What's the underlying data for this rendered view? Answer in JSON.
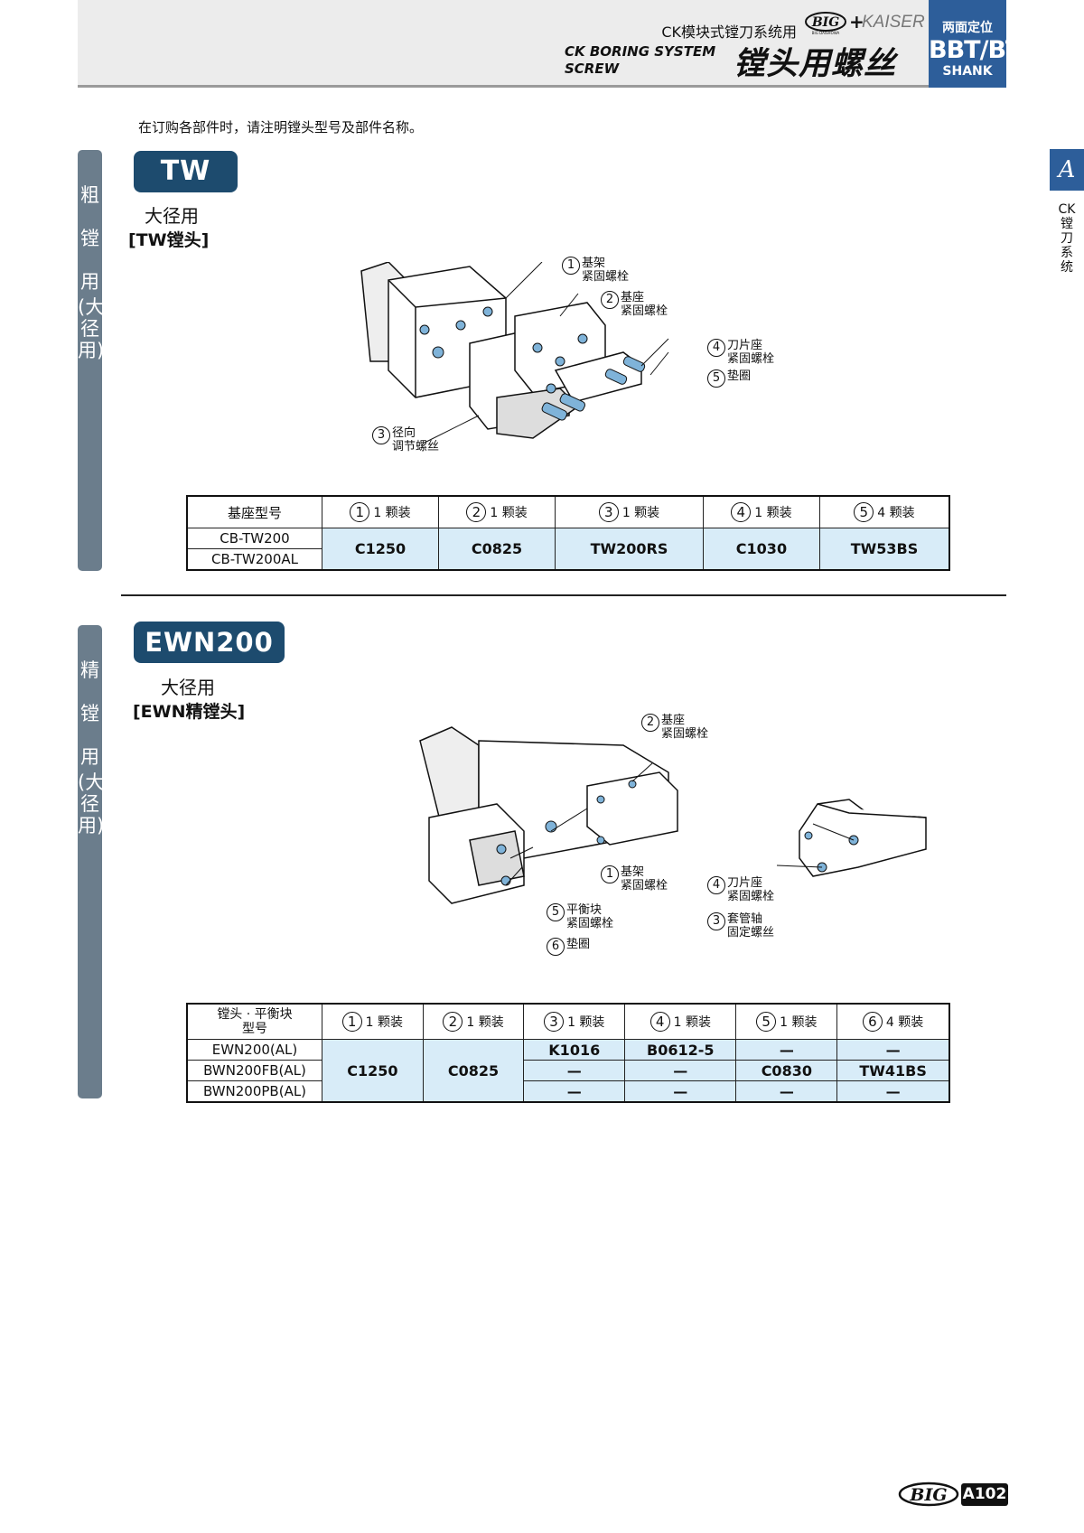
{
  "header": {
    "subtitle": "CK模块式镗刀系统用",
    "logo_text": "BIG",
    "logo_sub": "BIG DAISHOWA",
    "plus": "+",
    "kaiser": "KAISER",
    "english_line1": "CK BORING SYSTEM",
    "english_line2": "SCREW",
    "title": "镗头用螺丝",
    "shank_line1": "两面定位",
    "shank_line2": "BBT/BT",
    "shank_line3": "SHANK"
  },
  "side_tab": {
    "letter": "A",
    "text": "CK镗刀系统"
  },
  "note": "在订购各部件时，请注明镗头型号及部件名称。",
  "section_tw": {
    "vertical_label": [
      "粗",
      "镗",
      "用",
      "(大",
      "径",
      "用)"
    ],
    "badge": "TW",
    "label1": "大径用",
    "label2": "[TW镗头]",
    "callouts": [
      {
        "num": "1",
        "text": [
          "基架",
          "紧固螺栓"
        ]
      },
      {
        "num": "2",
        "text": [
          "基座",
          "紧固螺栓"
        ]
      },
      {
        "num": "3",
        "text": [
          "径向",
          "调节螺丝"
        ]
      },
      {
        "num": "4",
        "text": [
          "刀片座",
          "紧固螺栓"
        ]
      },
      {
        "num": "5",
        "text": [
          "垫圈"
        ]
      }
    ],
    "table": {
      "header_first": "基座型号",
      "headers": [
        {
          "num": "1",
          "qty": "1 颗装"
        },
        {
          "num": "2",
          "qty": "1 颗装"
        },
        {
          "num": "3",
          "qty": "1 颗装"
        },
        {
          "num": "4",
          "qty": "1 颗装"
        },
        {
          "num": "5",
          "qty": "4 颗装"
        }
      ],
      "models": [
        "CB-TW200",
        "CB-TW200AL"
      ],
      "values": [
        "C1250",
        "C0825",
        "TW200RS",
        "C1030",
        "TW53BS"
      ]
    }
  },
  "section_ewn": {
    "vertical_label": [
      "精",
      "镗",
      "用",
      "(大",
      "径",
      "用)"
    ],
    "badge": "EWN200",
    "label1": "大径用",
    "label2": "[EWN精镗头]",
    "callouts": [
      {
        "num": "1",
        "text": [
          "基架",
          "紧固螺栓"
        ]
      },
      {
        "num": "2",
        "text": [
          "基座",
          "紧固螺栓"
        ]
      },
      {
        "num": "3",
        "text": [
          "套管轴",
          "固定螺丝"
        ]
      },
      {
        "num": "4",
        "text": [
          "刀片座",
          "紧固螺栓"
        ]
      },
      {
        "num": "5",
        "text": [
          "平衡块",
          "紧固螺栓"
        ]
      },
      {
        "num": "6",
        "text": [
          "垫圈"
        ]
      }
    ],
    "table": {
      "header_first": [
        "镗头 · 平衡块",
        "型号"
      ],
      "headers": [
        {
          "num": "1",
          "qty": "1 颗装"
        },
        {
          "num": "2",
          "qty": "1 颗装"
        },
        {
          "num": "3",
          "qty": "1 颗装"
        },
        {
          "num": "4",
          "qty": "1 颗装"
        },
        {
          "num": "5",
          "qty": "1 颗装"
        },
        {
          "num": "6",
          "qty": "4 颗装"
        }
      ],
      "models": [
        "EWN200(AL)",
        "BWN200FB(AL)",
        "BWN200PB(AL)"
      ],
      "shared": [
        "C1250",
        "C0825"
      ],
      "rows": [
        [
          "K1016",
          "B0612-5",
          "—",
          "—"
        ],
        [
          "—",
          "—",
          "C0830",
          "TW41BS"
        ],
        [
          "—",
          "—",
          "—",
          "—"
        ]
      ]
    }
  },
  "footer": {
    "logo": "BIG",
    "page": "A102"
  }
}
